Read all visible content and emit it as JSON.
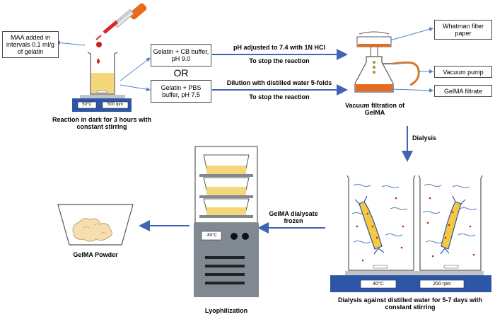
{
  "labels": {
    "maa_box": "MAA added in intervals 0.1 ml/g of gelatin",
    "cb_box": "Gelatin + CB buffer, pH 9.0",
    "or": "OR",
    "pbs_box": "Gelatin + PBS buffer, pH 7.5",
    "reaction_caption": "Reaction in dark for 3 hours with constant stirring",
    "ph_adjust": "pH adjusted to 7.4 with 1N HCl",
    "stop1": "To stop the reaction",
    "dilution": "Dilution with distilled water 5-folds",
    "stop2": "To stop the reaction",
    "whatman_box": "Whatman filter paper",
    "vacuum_box": "Vacuum pump",
    "filtrate_box": "GelMA filtrate",
    "vacuum_caption": "Vacuum filtration of GelMA",
    "dialysis": "Dialysis",
    "dialysis_caption": "Dialysis against distilled water for 5-7 days with constant stirring",
    "gelma_frozen": "GelMA dialysate frozen",
    "lyo_caption": "Lyophilization",
    "powder_caption": "GelMA Powder"
  },
  "displays": {
    "stirrer1_temp": "50°C",
    "stirrer1_rpm": "500 rpm",
    "stirrer2_temp": "40°C",
    "stirrer2_rpm": "200 rpm",
    "freezer_temp": "-80°C"
  },
  "colors": {
    "arrow_blue": "#3e64b3",
    "plate_blue": "#2d56a6",
    "liquid_yellow": "#f5d77a",
    "dropper_orange": "#e86a1e",
    "drop_red": "#cc1f1f",
    "tube_orange": "#d07a36",
    "frame_gray": "#808891"
  }
}
